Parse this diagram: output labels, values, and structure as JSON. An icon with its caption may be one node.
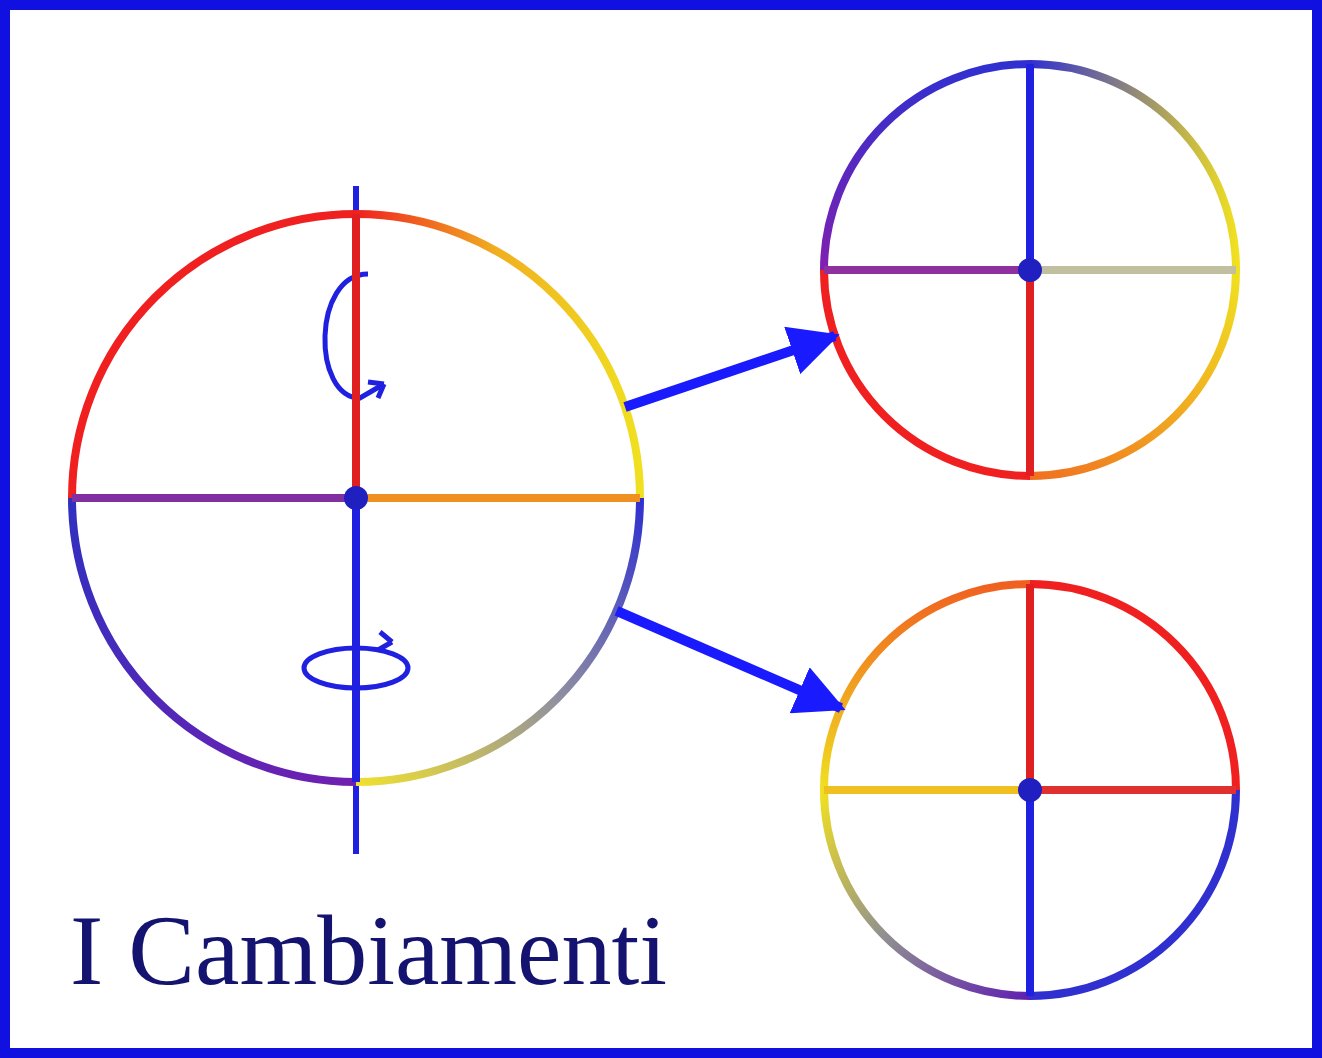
{
  "diagram": {
    "title": "I Cambiamenti",
    "nodes": [
      {
        "text": [],
        "shape": "circle"
      },
      {
        "text": [],
        "shape": "circle"
      },
      {
        "text": [],
        "shape": "circle"
      }
    ],
    "edges": [
      {
        "from": 0,
        "to": 1,
        "arrow": "to"
      },
      {
        "from": 0,
        "to": 2,
        "arrow": "to"
      }
    ]
  }
}
